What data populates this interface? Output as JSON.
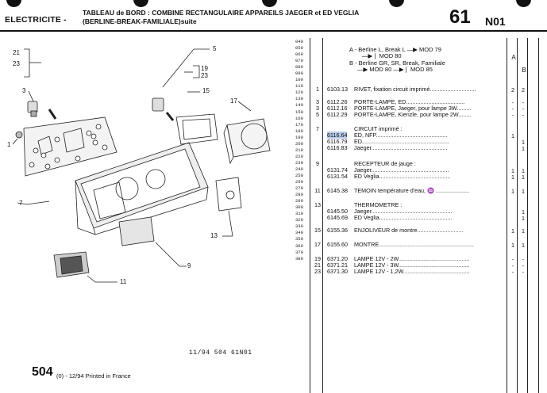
{
  "header": {
    "section": "ELECTRICITE -",
    "title_line1": "TABLEAU de BORD : COMBINE RECTANGULAIRE APPAREILS JAEGER et ED VEGLIA",
    "title_line2": "(BERLINE-BREAK-FAMILIALE)suite",
    "page_number": "61",
    "page_code": "N01"
  },
  "diagram": {
    "labels": [
      "21",
      "23",
      "5",
      "19",
      "23",
      "3",
      "15",
      "17",
      "1",
      "7",
      "13",
      "9",
      "11"
    ]
  },
  "ref_numbers": [
    "040",
    "050",
    "060",
    "070",
    "080",
    "090",
    "100",
    "110",
    "120",
    "130",
    "140",
    "150",
    "160",
    "170",
    "180",
    "190",
    "200",
    "210",
    "220",
    "230",
    "240",
    "250",
    "260",
    "270",
    "280",
    "290",
    "300",
    "310",
    "320",
    "330",
    "340",
    "350",
    "360",
    "370",
    "380"
  ],
  "notes": {
    "line1": "A - Berline L, Break L —▶ MOD 79",
    "line2": "—▶❘ MOD 80",
    "line3": "B - Berline GR, SR, Break, Familiale",
    "line4": "—▶ MOD 80 —▶❘ MOD 85"
  },
  "col_heads": {
    "a": "A",
    "b": "B"
  },
  "rows": [
    {
      "item": "1",
      "pn": "6103.13",
      "desc": "RIVET, fixation circuit imprimé.............................",
      "a": "2",
      "b": "2"
    },
    {
      "item": "3",
      "pn": "6112.26",
      "desc": "PORTE-LAMPE, ED.....................................",
      "a": "-",
      "b": "-"
    },
    {
      "item": "3",
      "pn": "6112.16",
      "desc": "PORTE-LAMPE, Jaeger, pour lampe 3W.........",
      "a": "-",
      "b": "-"
    },
    {
      "item": "5",
      "pn": "6112.29",
      "desc": "PORTE-LAMPE, Kienzle, pour lampe 2W........",
      "a": "-",
      "b": "-"
    },
    {
      "item": "7",
      "pn": "",
      "desc": "CIRCUIT imprimé :",
      "a": "",
      "b": ""
    },
    {
      "item": "",
      "pn": "6116.64",
      "desc": "ED, NFP.............................................",
      "a": "1",
      "b": ""
    },
    {
      "item": "",
      "pn": "6116.79",
      "desc": "ED.......................................................",
      "a": "",
      "b": "1"
    },
    {
      "item": "",
      "pn": "6116.83",
      "desc": "Jaeger................................................",
      "a": "",
      "b": "1"
    },
    {
      "item": "9",
      "pn": "",
      "desc": "RECEPTEUR de jauge :",
      "a": "",
      "b": ""
    },
    {
      "item": "",
      "pn": "6131.74",
      "desc": "Jaeger.................................................",
      "a": "1",
      "b": "1"
    },
    {
      "item": "",
      "pn": "6131.54",
      "desc": "ED Veglia.............................................",
      "a": "1",
      "b": "1"
    },
    {
      "item": "11",
      "pn": "6145.38",
      "desc": "TEMOIN température d'eau, ♒ .....................",
      "a": "1",
      "b": "1"
    },
    {
      "item": "13",
      "pn": "",
      "desc": "THERMOMETRE :",
      "a": "",
      "b": ""
    },
    {
      "item": "",
      "pn": "6145.50",
      "desc": "Jaeger...................................................",
      "a": "",
      "b": "1"
    },
    {
      "item": "",
      "pn": "6145.69",
      "desc": "ED Veglia..............................................",
      "a": "",
      "b": "1"
    },
    {
      "item": "15",
      "pn": "6155.36",
      "desc": "ENJOLIVEUR de montre.............................",
      "a": "1",
      "b": "1"
    },
    {
      "item": "17",
      "pn": "6155.60",
      "desc": "MONTRE............................................................",
      "a": "1",
      "b": "1"
    },
    {
      "item": "19",
      "pn": "6371.20",
      "desc": "LAMPE 12V - 2W.............................................",
      "a": "-",
      "b": "-"
    },
    {
      "item": "21",
      "pn": "6371.21",
      "desc": "LAMPE 12V - 3W.............................................",
      "a": "-",
      "b": "-"
    },
    {
      "item": "23",
      "pn": "6371.30",
      "desc": "LAMPE 12V - 1,2W..........................................",
      "a": "-",
      "b": "-"
    }
  ],
  "footer": {
    "code": "11/94 504 61N01",
    "page": "504",
    "rest": "(0) - 12/94 Printed in France"
  }
}
